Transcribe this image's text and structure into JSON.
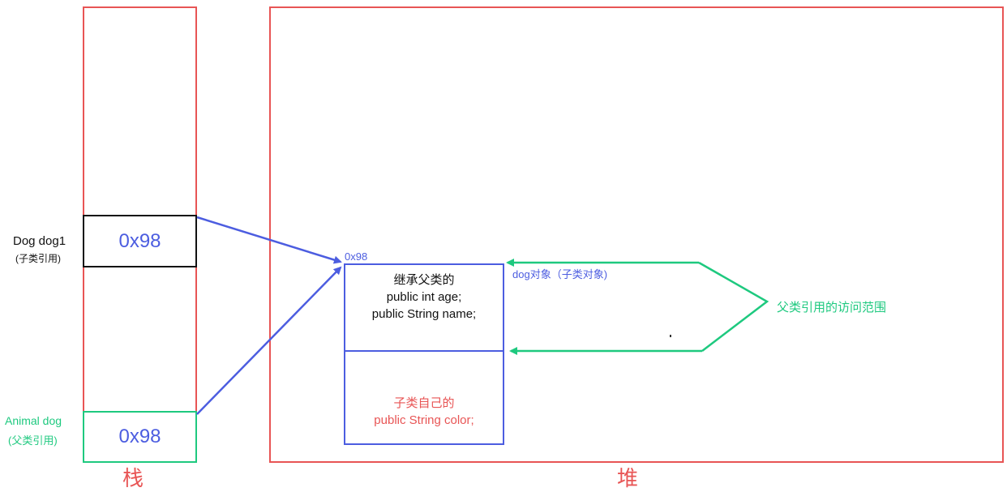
{
  "stack": {
    "title": "栈",
    "dog1_slot": {
      "label": "Dog dog1",
      "sublabel": "(子类引用)",
      "value": "0x98"
    },
    "dog_slot": {
      "label": "Animal dog",
      "sublabel": "(父类引用)",
      "value": "0x98"
    }
  },
  "heap": {
    "title": "堆",
    "object": {
      "address": "0x98",
      "caption": "dog对象（子类对象)",
      "inherited": [
        "继承父类的",
        "public int age;",
        "public String name;"
      ],
      "own": [
        "子类自己的",
        "public String color;"
      ]
    },
    "scope_label": "父类引用的访问范围"
  },
  "colors": {
    "frame": "#e85555",
    "pointer": "#4c5de0",
    "scope": "#1ec97f",
    "slot_border": "#111111"
  }
}
